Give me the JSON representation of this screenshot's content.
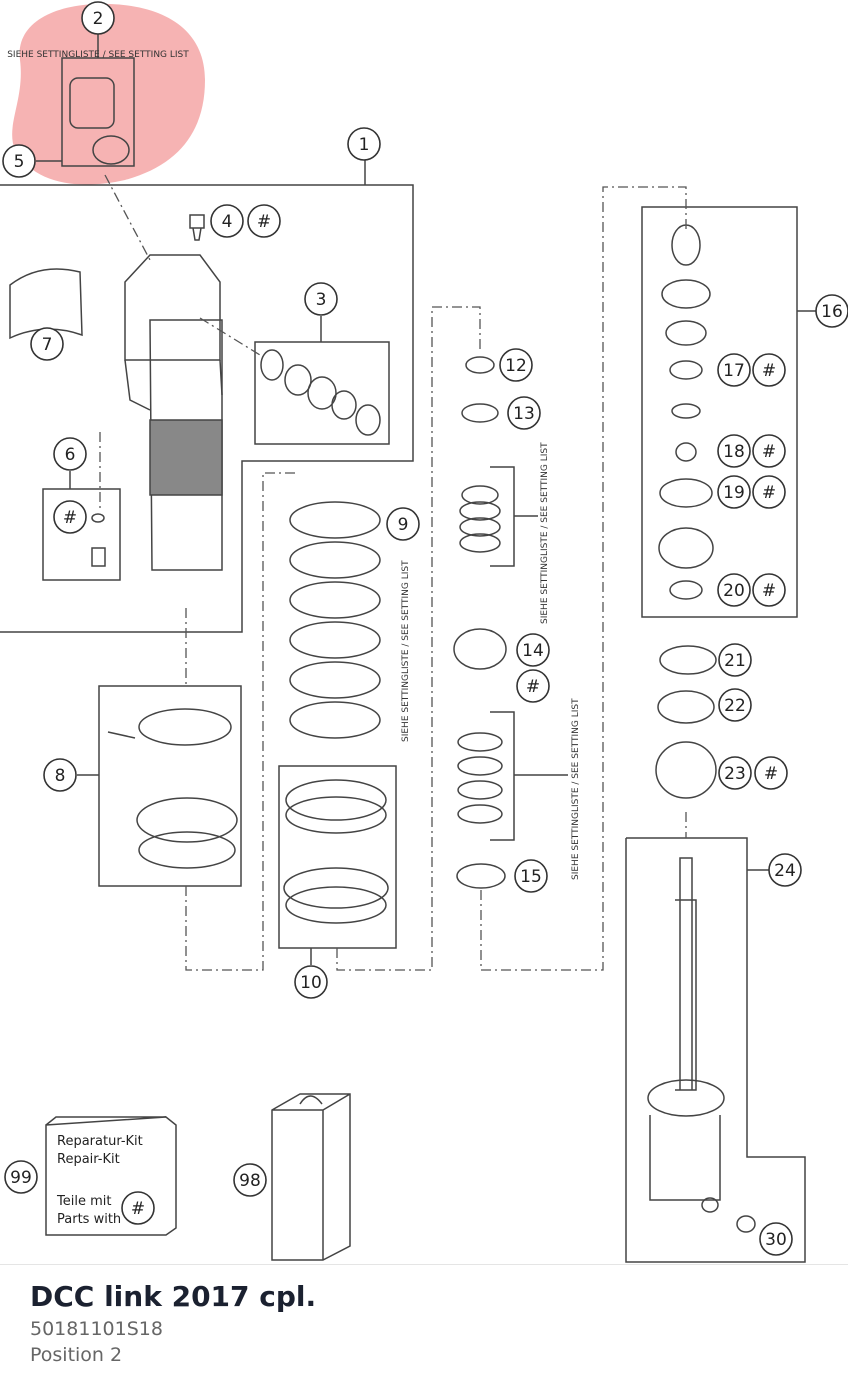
{
  "product": {
    "title": "DCC link 2017 cpl.",
    "part_number": "50181101S18",
    "position_label": "Position 2"
  },
  "diagram": {
    "setting_list_text": "SIEHE SETTINGLISTE / SEE SETTING LIST",
    "hash_symbol": "#",
    "callouts": [
      "1",
      "2",
      "3",
      "4",
      "5",
      "6",
      "7",
      "8",
      "9",
      "10",
      "12",
      "13",
      "14",
      "15",
      "16",
      "17",
      "18",
      "19",
      "20",
      "21",
      "22",
      "23",
      "24",
      "30",
      "98",
      "99"
    ],
    "repair_kit": {
      "line1": "Reparatur-Kit",
      "line2": "Repair-Kit",
      "line3": "Teile mit",
      "line4": "Parts with"
    }
  },
  "colors": {
    "highlight": "#f4a6a6",
    "line": "#444444",
    "title": "#1b2130",
    "subtext": "#666666"
  }
}
